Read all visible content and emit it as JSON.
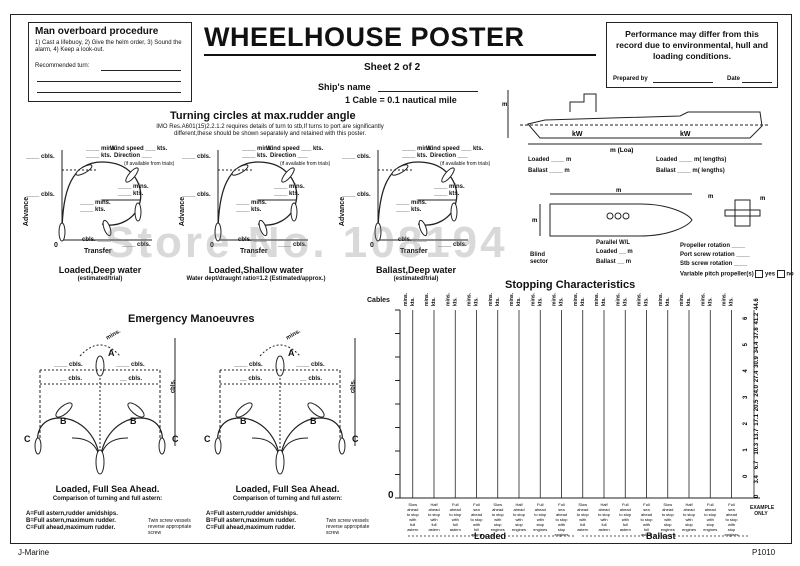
{
  "mob": {
    "title": "Man overboard procedure",
    "steps": "1) Cast a lifebuoy, 2) Give the helm order, 3) Sound the alarm,   4) Keep a look-out.",
    "recommended_turn": "Recommended turn:"
  },
  "title": "WHEELHOUSE POSTER",
  "sheet": "Sheet 2 of 2",
  "ships_name": "Ship's name",
  "cable": "1 Cable = 0.1 nautical mile",
  "perf": {
    "note": "Performance may differ from this record due to environmental, hull and loading conditions.",
    "prepared_by": "Prepared by",
    "date": "Date"
  },
  "turning": {
    "title": "Turning circles at max.rudder angle",
    "note": "IMO Res.A601(15)2.2.1.2 requires details of turn to stb,If turns to port are significantly different,these should be shown separately and retained with this poster.",
    "wind_speed": "Wind speed",
    "kts": "kts.",
    "direction": "Direction",
    "avail": "(if available from trials)",
    "mins": "mins.",
    "cbls": "cbls.",
    "advance": "Advance",
    "transfer": "Transfer",
    "zero": "0",
    "panels": [
      {
        "label": "Loaded,Deep water",
        "sub": "(estimated/trial)"
      },
      {
        "label": "Loaded,Shallow water",
        "sub": "Water dept/draught ratio=1.2 (Estimated/approx.)"
      },
      {
        "label": "Ballast,Deep water",
        "sub": "(estimated/trial)"
      }
    ]
  },
  "ship": {
    "m": "m",
    "kw": "kW",
    "loa": "m (Loa)",
    "loaded": "Loaded",
    "ballast": "Ballast",
    "lengths": "m(       lengths)",
    "parallel": "Parallel W/L",
    "blind": "Blind sector",
    "prop_rotation": "Propeller rotation",
    "port_screw": "Port screw rotation",
    "stb_screw": "Stb screw rotation",
    "vpp": "Variable pitch propeller(s)",
    "yes": "yes",
    "no": "no"
  },
  "emergency": {
    "title": "Emergency Manoeuvres",
    "mins": "mins.",
    "cbls": "cbls.",
    "a": "A",
    "b": "B",
    "c": "C",
    "panel_title": "Loaded, Full Sea Ahead.",
    "panel_sub": "Comparison of turning and full astern:",
    "legend": [
      "A=Full astern,rudder amidships.",
      "B=Full astern,maximum rudder.",
      "C=Full ahead,maximum rudder."
    ],
    "twin": "Twin screw vessels reverse appropriate screw"
  },
  "stopping": {
    "title": "Stopping Characteristics",
    "cables": "Cables",
    "zero": "0",
    "mins": "mins.",
    "kts": "kts.",
    "loaded": "Loaded",
    "ballast": "Ballast",
    "columns": [
      "Slow ahead to stop with full astern",
      "Half ahead to stop with full astern",
      "Full ahead to stop with full astern",
      "Full sea ahead to stop with full astern",
      "Slow ahead to stop with stop engines",
      "Half ahead to stop with stop engines",
      "Full ahead to stop with stop engines",
      "Full sea ahead to stop with stop engines",
      "Slow ahead to stop with full astern",
      "Half ahead to stop with full astern",
      "Full ahead to stop with full astern",
      "Full sea ahead to stop with full astern",
      "Slow ahead to stop with stop engines",
      "Half ahead to stop with stop engines",
      "Full ahead to stop with stop engines",
      "Full sea ahead to stop with stop engines"
    ],
    "example": "EXAMPLE ONLY",
    "scale": [
      "0",
      "3.4",
      "6.7",
      "10.3",
      "13.7",
      "17.1",
      "20.5",
      "24.0",
      "27.4",
      "30.9",
      "34.4",
      "37.8",
      "41.2",
      "44.6"
    ],
    "scale_b": [
      "6",
      "5",
      "4",
      "3",
      "2",
      "1",
      "0"
    ]
  },
  "footer": {
    "left": "J-Marine",
    "right": "P1010"
  },
  "watermark": "Store No. 108194"
}
